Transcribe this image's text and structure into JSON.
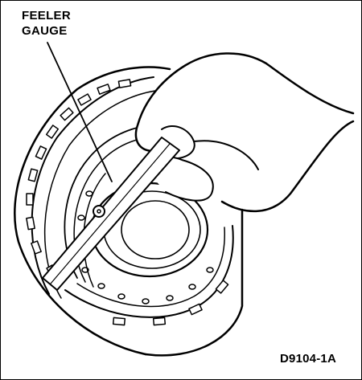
{
  "callout": {
    "line1": "FEELER",
    "line2": "GAUGE"
  },
  "figure_id": "D9104-1A"
}
